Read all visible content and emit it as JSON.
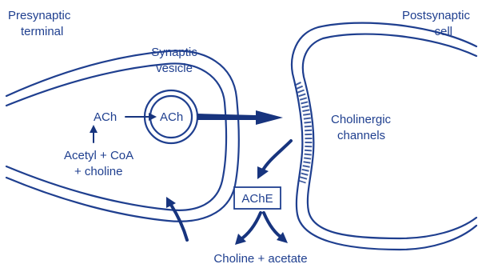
{
  "diagram": {
    "labels": {
      "presynaptic_line1": "Presynaptic",
      "presynaptic_line2": "terminal",
      "postsynaptic_line1": "Postsynaptic",
      "postsynaptic_line2": "cell",
      "vesicle_line1": "Synaptic",
      "vesicle_line2": "vesicle",
      "ach_cytoplasm": "ACh",
      "ach_vesicle": "ACh",
      "precursors_line1": "Acetyl + CoA",
      "precursors_line2": "+ choline",
      "channels_line1": "Cholinergic",
      "channels_line2": "channels",
      "enzyme": "AChE",
      "products": "Choline + acetate"
    },
    "colors": {
      "ink": "#1f3f8f",
      "arrow": "#17347e",
      "background": "#ffffff"
    }
  }
}
